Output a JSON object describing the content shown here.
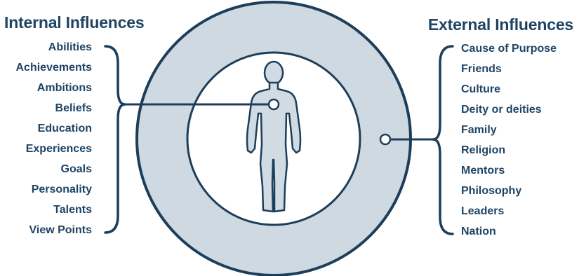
{
  "colors": {
    "text": "#1f4464",
    "ring": "#cfd9e1",
    "ring_stroke": "#1d3e5a",
    "figure_fill": "#d1dbe3",
    "line": "#1d3e5a"
  },
  "internal": {
    "heading": "Internal Influences",
    "items": [
      "Abilities",
      "Achievements",
      "Ambitions",
      "Beliefs",
      "Education",
      "Experiences",
      "Goals",
      "Personality",
      "Talents",
      "View Points"
    ]
  },
  "external": {
    "heading": "External Influences",
    "items": [
      "Cause of Purpose",
      "Friends",
      "Culture",
      "Deity or deities",
      "Family",
      "Religion",
      "Mentors",
      "Philosophy",
      "Leaders",
      "Nation"
    ]
  },
  "icons": {
    "center": "human-figure-icon",
    "inner_marker": "inner-marker-dot-icon",
    "outer_marker": "outer-marker-dot-icon"
  }
}
